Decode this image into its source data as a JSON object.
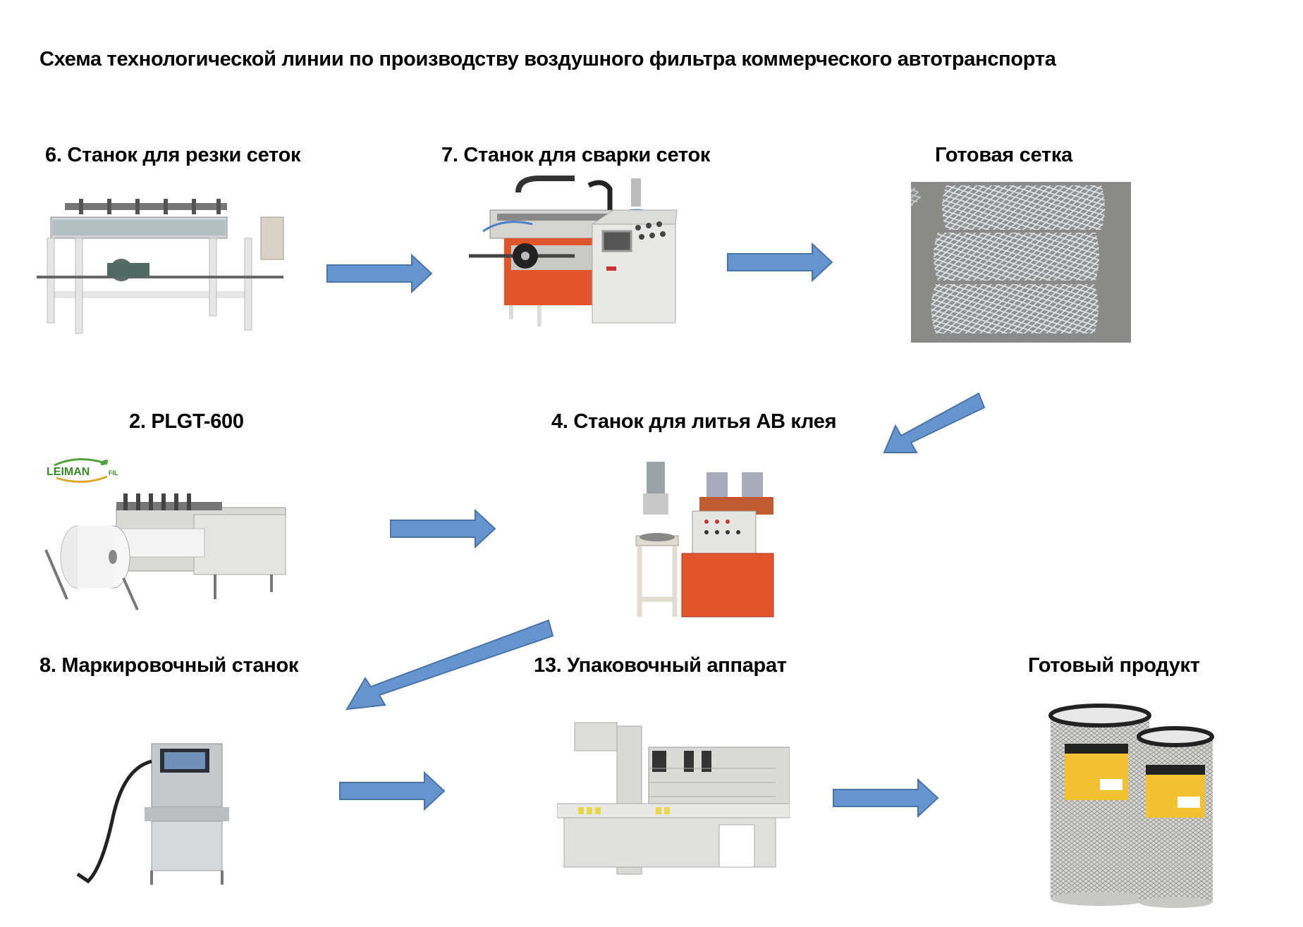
{
  "title": "Схема технологической линии по производству воздушного фильтра коммерческого автотранспорта",
  "steps": [
    {
      "label": "6. Станок для резки сеток",
      "image": "mesh-cutting-machine"
    },
    {
      "label": "7. Станок для сварки сеток",
      "image": "mesh-welding-machine"
    },
    {
      "label": "Готовая сетка",
      "image": "finished-mesh-photo"
    },
    {
      "label": "2. PLGT-600",
      "image": "paper-pleating-machine",
      "logo": {
        "main": "LEIMAN",
        "suffix": "FIL"
      }
    },
    {
      "label": "4. Станок для литья AB клея",
      "image": "ab-glue-dispensing-machine"
    },
    {
      "label": "8. Маркировочный станок",
      "image": "inkjet-marking-machine"
    },
    {
      "label": "13. Упаковочный аппарат",
      "image": "shrink-packaging-machine"
    },
    {
      "label": "Готовый продукт",
      "image": "finished-air-filters"
    }
  ],
  "colors": {
    "arrow_fill": "#6594cf",
    "arrow_stroke": "#4a73a8",
    "machine_orange": "#e0552a",
    "machine_white": "#e8e8e6",
    "label_yellow": "#f2c230"
  },
  "flow": [
    {
      "from": 0,
      "to": 1,
      "direction": "right"
    },
    {
      "from": 1,
      "to": 2,
      "direction": "right"
    },
    {
      "from": 2,
      "to": 4,
      "direction": "down-left"
    },
    {
      "from": 3,
      "to": 4,
      "direction": "right"
    },
    {
      "from": 4,
      "to": 5,
      "direction": "down-left"
    },
    {
      "from": 5,
      "to": 6,
      "direction": "right"
    },
    {
      "from": 6,
      "to": 7,
      "direction": "right"
    }
  ]
}
